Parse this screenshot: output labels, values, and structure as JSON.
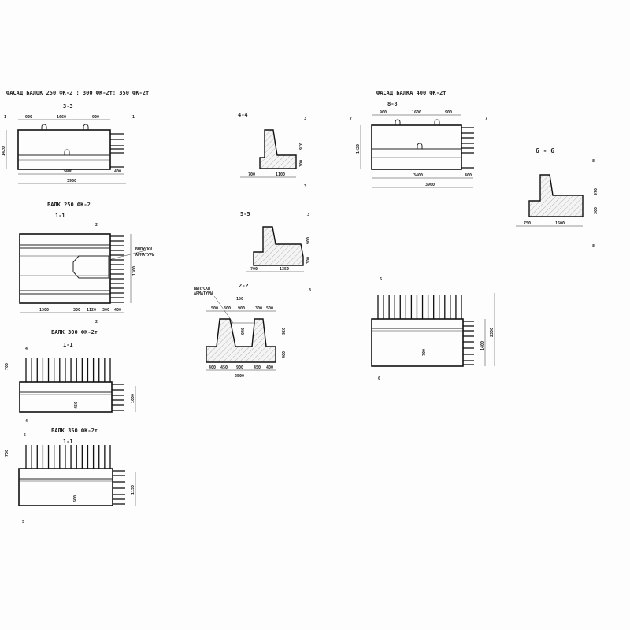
{
  "titles": {
    "facade_main": "ФАСАД БАЛОК 250 ФК-2 ; 300 ФК-2т; 350 ФК-2т",
    "facade_400": "ФАСАД БАЛКА 400 ФК-2т",
    "beam_250": "БАЛК 250 ФК-2",
    "beam_300": "БАЛК 300 ФК-2т",
    "beam_350": "БАЛК 350 ФК-2т"
  },
  "section_labels": {
    "s33": "3-3",
    "s11a": "1-1",
    "s11b": "1-1",
    "s11c": "1-1",
    "s44": "4-4",
    "s55": "5-5",
    "s22": "2-2",
    "s88": "8-8",
    "s66": "6 - 6"
  },
  "cut_marks": {
    "c1": "1",
    "c2": "2",
    "c3": "3",
    "c4": "4",
    "c5": "5",
    "c6": "6",
    "c7": "7",
    "c8": "8"
  },
  "notes": {
    "rebar_outlets": "ВЫПУСКИ",
    "rebar_outlets_2": "АРМАТУРЫ"
  },
  "dims": {
    "f33": {
      "a": "900",
      "b": "1660",
      "c": "900",
      "len": "3400",
      "end": "400",
      "total": "3960",
      "h": "1420"
    },
    "b250": {
      "a": "1500",
      "b": "300",
      "c": "1120",
      "d": "300",
      "e": "400",
      "h": "1300"
    },
    "b300": {
      "h": "1000",
      "top": "700",
      "mid": "450"
    },
    "b350": {
      "h": "1150",
      "top": "700",
      "mid": "600"
    },
    "s44": {
      "a": "700",
      "b": "1100",
      "h1": "970",
      "h2": "300"
    },
    "s55": {
      "a": "700",
      "b": "1350",
      "h1": "900",
      "h2": "300"
    },
    "s22": {
      "t1": "150",
      "t2": "500",
      "t3": "300",
      "t4": "900",
      "t5": "300",
      "t6": "500",
      "b1": "400",
      "b2": "450",
      "b3": "900",
      "b4": "450",
      "b5": "400",
      "total": "2500",
      "h1": "920",
      "h2": "400",
      "inner": "940"
    },
    "f88": {
      "a": "900",
      "b": "1600",
      "c": "900",
      "len": "3400",
      "end": "400",
      "total": "3960",
      "h": "1420"
    },
    "s66": {
      "a": "750",
      "b": "1600",
      "h1": "970",
      "h2": "300"
    },
    "s6": {
      "h1": "1400",
      "h2": "2300",
      "mid": "700"
    }
  }
}
